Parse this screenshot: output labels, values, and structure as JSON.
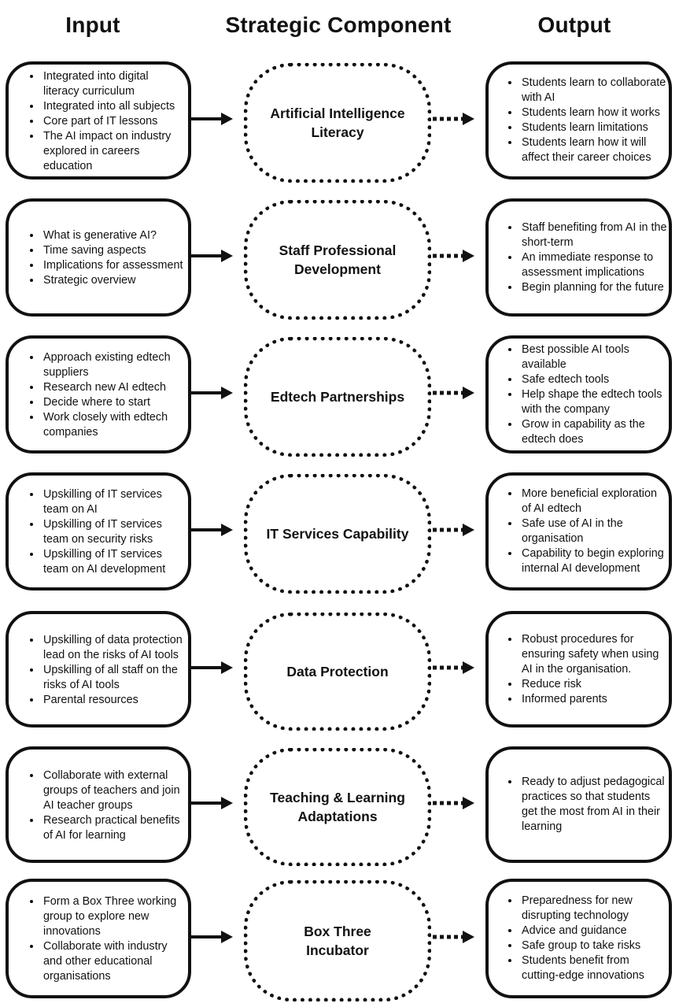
{
  "headers": {
    "input": "Input",
    "component": "Strategic Component",
    "output": "Output"
  },
  "rows": [
    {
      "component": [
        "Artificial Intelligence",
        "Literacy"
      ],
      "inputs": [
        "Integrated into digital literacy curriculum",
        "Integrated into all subjects",
        "Core part of IT lessons",
        "The AI impact on industry explored in careers education"
      ],
      "outputs": [
        "Students learn to collaborate with AI",
        "Students learn how it works",
        "Students learn limitations",
        "Students learn how it will affect their career choices"
      ]
    },
    {
      "component": [
        "Staff Professional",
        "Development"
      ],
      "inputs": [
        "What is generative AI?",
        "Time saving aspects",
        "Implications for assessment",
        "Strategic overview"
      ],
      "outputs": [
        "Staff benefiting from AI in the short-term",
        "An immediate response to assessment implications",
        "Begin planning for the future"
      ]
    },
    {
      "component": [
        "Edtech Partnerships"
      ],
      "inputs": [
        "Approach existing edtech suppliers",
        "Research new AI edtech",
        "Decide where to start",
        "Work closely with edtech companies"
      ],
      "outputs": [
        "Best possible AI tools available",
        "Safe edtech tools",
        "Help shape the edtech tools with the company",
        "Grow in capability as the edtech does"
      ]
    },
    {
      "component": [
        "IT Services Capability"
      ],
      "inputs": [
        "Upskilling of IT services team on AI",
        "Upskilling of IT services team on security risks",
        "Upskilling of IT services team on AI development"
      ],
      "outputs": [
        "More beneficial exploration of AI edtech",
        "Safe use of AI in the organisation",
        "Capability to begin exploring internal AI development"
      ]
    },
    {
      "component": [
        "Data Protection"
      ],
      "inputs": [
        "Upskilling of data protection lead on the risks of AI tools",
        "Upskilling of all staff on the risks of AI tools",
        "Parental resources"
      ],
      "outputs": [
        "Robust procedures for ensuring safety when using AI in the organisation.",
        "Reduce risk",
        "Informed parents"
      ]
    },
    {
      "component": [
        "Teaching & Learning",
        "Adaptations"
      ],
      "inputs": [
        "Collaborate with external groups of teachers and join AI teacher groups",
        "Research practical benefits of AI for learning"
      ],
      "outputs": [
        "Ready to adjust pedagogical practices so that students get the most from AI in their learning"
      ]
    },
    {
      "component": [
        "Box Three",
        "Incubator"
      ],
      "inputs": [
        "Form a Box Three working group to explore new innovations",
        "Collaborate with industry and other educational organisations"
      ],
      "outputs": [
        "Preparedness for new disrupting technology",
        "Advice and guidance",
        "Safe group to take risks",
        "Students benefit from cutting-edge innovations"
      ]
    }
  ]
}
